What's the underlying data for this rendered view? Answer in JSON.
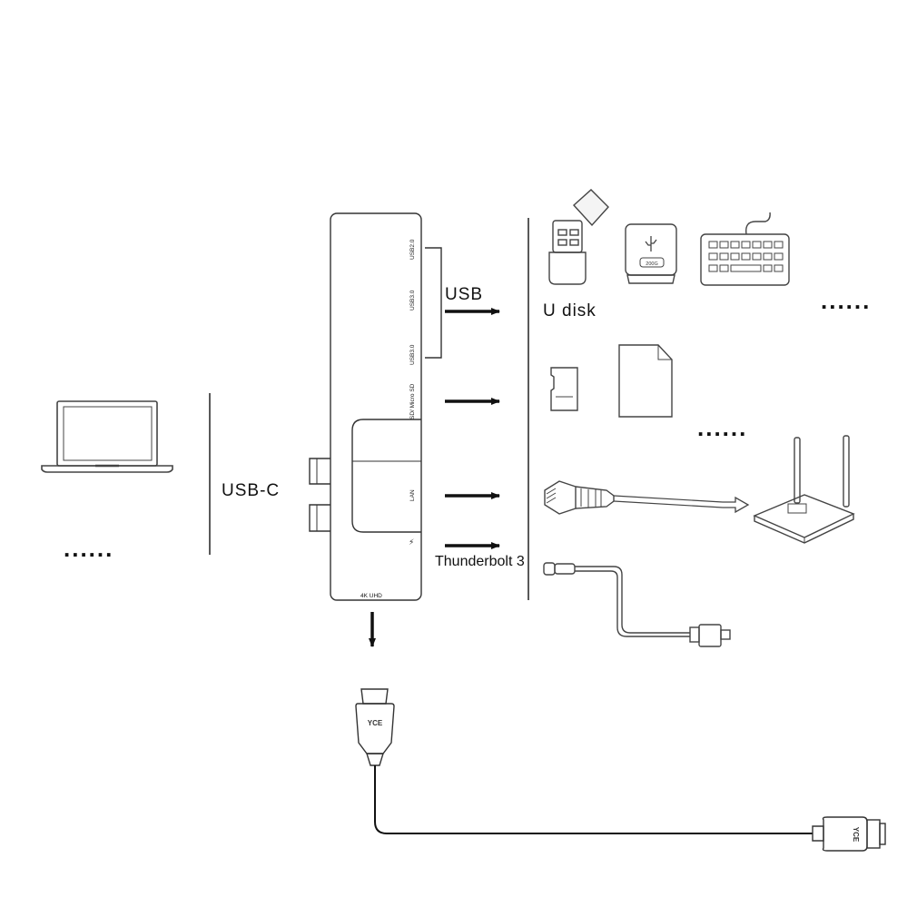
{
  "labels": {
    "usb": "USB",
    "u_disk": "U disk",
    "usb_c": "USB-C",
    "thunderbolt": "Thunderbolt 3"
  },
  "hub_ports": {
    "usb2": "USB2.0",
    "usb3_a": "USB3.0",
    "usb3_b": "USB3.0",
    "sd": "SD/ Micro SD",
    "lan": "LAN",
    "thunderbolt_symbol": "⚡",
    "hdmi": "4K UHD"
  },
  "device_text": {
    "drive_capacity": "200G"
  },
  "ellipsis": {
    "left": "......",
    "usb_row": "......",
    "card_row": "......"
  },
  "icons": [
    "laptop-icon",
    "usb-flash-drive-icon",
    "portable-drive-icon",
    "keyboard-icon",
    "micro-sd-card-icon",
    "sd-card-icon",
    "ethernet-cable-icon",
    "router-icon",
    "thunderbolt-cable-icon",
    "hdmi-cable-icon"
  ]
}
